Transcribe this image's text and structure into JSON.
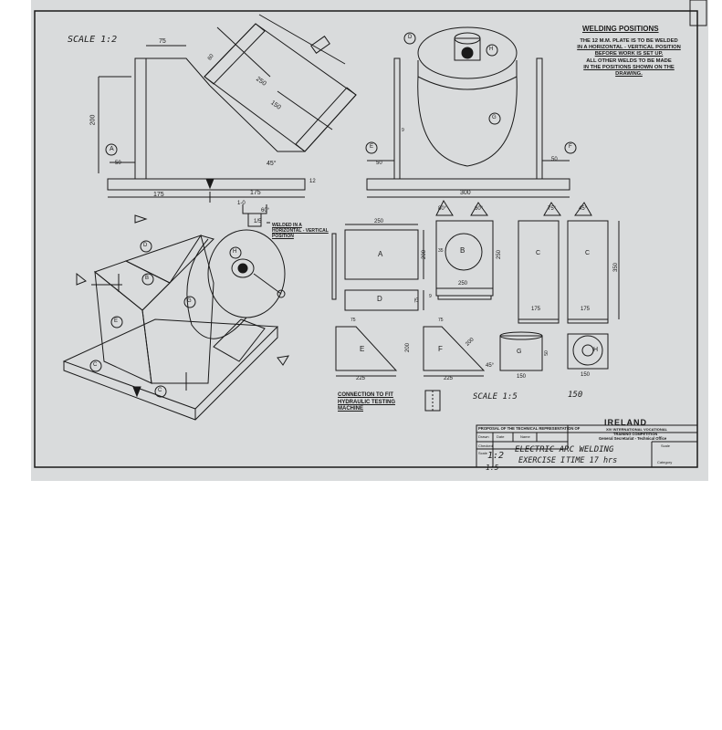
{
  "sheet": {
    "scale_label": "SCALE 1:2",
    "scale_label_2": "SCALE 1:5",
    "scale_label_3": "1:2",
    "scale_label_4": "1:5"
  },
  "notes": {
    "title": "WELDING POSITIONS",
    "lines": [
      "THE 12 M.M. PLATE IS TO BE WELDED",
      "IN A HORIZONTAL - VERTICAL POSITION",
      "BEFORE WORK IS SET UP.",
      "ALL OTHER WELDS TO BE MADE",
      "IN THE POSITIONS SHOWN ON THE",
      "DRAWING."
    ]
  },
  "side_view": {
    "dims": [
      "75",
      "200",
      "50",
      "175",
      "175",
      "12",
      "60",
      "250",
      "150",
      "45°",
      "1-0",
      "60°",
      "1/5"
    ],
    "labels": [
      "A"
    ],
    "weld_note": [
      "WELDED IN A",
      "HORIZONTAL - VERTICAL",
      "POSITION"
    ]
  },
  "front_view": {
    "dims": [
      "50",
      "50",
      "300",
      "9"
    ],
    "labels": [
      "D",
      "H",
      "G",
      "E",
      "F"
    ]
  },
  "iso_view": {
    "labels": [
      "D",
      "B",
      "G",
      "H",
      "E",
      "C",
      "C"
    ]
  },
  "parts": {
    "angles": [
      "80°",
      "60°",
      "75°",
      "45°"
    ],
    "A": {
      "label": "A",
      "dims": [
        "250",
        "200"
      ]
    },
    "B": {
      "label": "B",
      "dims": [
        "35",
        "250",
        "250"
      ]
    },
    "C1": {
      "label": "C",
      "dims": [
        "175"
      ]
    },
    "C2": {
      "label": "C",
      "dims": [
        "350",
        "175"
      ]
    },
    "D": {
      "label": "D",
      "dims": [
        "75",
        "9"
      ]
    },
    "E": {
      "label": "E",
      "dims": [
        "75",
        "200",
        "225"
      ]
    },
    "F": {
      "label": "F",
      "dims": [
        "75",
        "200",
        "225",
        "45°"
      ]
    },
    "G": {
      "label": "G",
      "dims": [
        "150",
        "50"
      ]
    },
    "H": {
      "label": "H",
      "dims": [
        "150",
        "150"
      ]
    }
  },
  "connection_note": [
    "CONNECTION TO FIT",
    "HYDRAULIC TESTING",
    "MACHINE"
  ],
  "title_block": {
    "proposal": "PROPOSAL OF THE TECHNICAL REPRESENTATION OF",
    "country": "IRELAND",
    "competition": [
      "XIV INTERNATIONAL VOCATIONAL",
      "TRAINING COMPETITION"
    ],
    "secretariat": "General Secretariat - Technical Office",
    "cols": [
      "Date",
      "Name"
    ],
    "rows": [
      "Drawn",
      "Checked"
    ],
    "scale_head": "Scale",
    "title_hand": "ELECTRIC ARC WELDING",
    "exercise_hand": "EXERCISE I",
    "time_hand": "TIME 17 hrs",
    "category": "Category"
  },
  "colors": {
    "paper": "#d9dbdc",
    "ink": "#1a1a1a"
  }
}
